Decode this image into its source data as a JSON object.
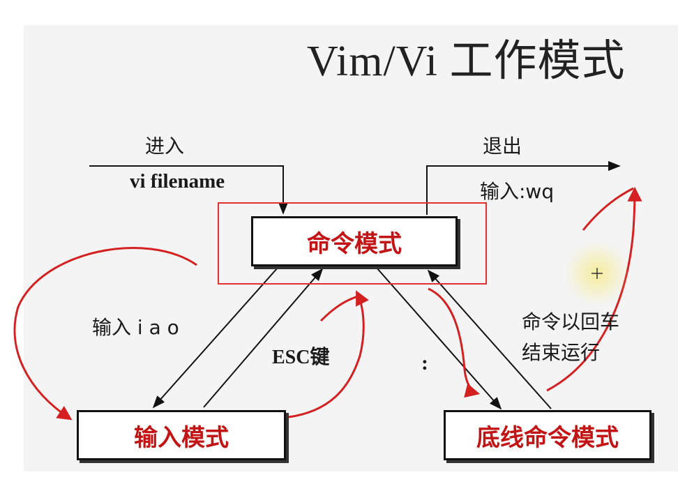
{
  "title": "Vim/Vi 工作模式",
  "modes": {
    "command": "命令模式",
    "insert": "输入模式",
    "last_line": "底线命令模式"
  },
  "labels": {
    "enter": "进入",
    "vi_cmd": "vi filename",
    "exit": "退出",
    "wq": "输入:wq",
    "iao": "输入 i a o",
    "esc": "ESC键",
    "colon": ":",
    "note_line1": "命令以回车",
    "note_line2": "结束运行"
  },
  "colors": {
    "accent_red": "#c21414",
    "annotation_red": "#d42020",
    "cursor_halo": "#f3e9a0"
  }
}
